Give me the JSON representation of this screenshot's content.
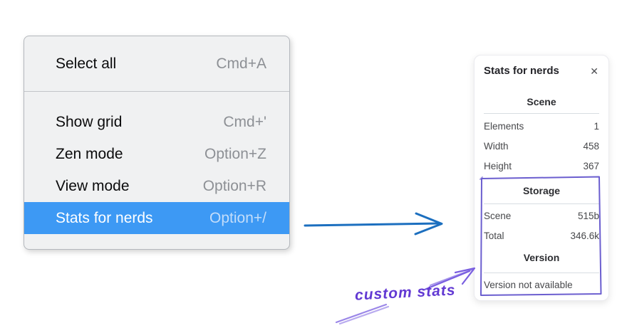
{
  "menu": {
    "sections": [
      {
        "items": [
          {
            "label": "Select all",
            "shortcut": "Cmd+A",
            "highlighted": false
          }
        ]
      },
      {
        "items": [
          {
            "label": "Show grid",
            "shortcut": "Cmd+'",
            "highlighted": false
          },
          {
            "label": "Zen mode",
            "shortcut": "Option+Z",
            "highlighted": false
          },
          {
            "label": "View mode",
            "shortcut": "Option+R",
            "highlighted": false
          },
          {
            "label": "Stats for nerds",
            "shortcut": "Option+/",
            "highlighted": true
          }
        ]
      }
    ],
    "highlight_color": "#3d99f4"
  },
  "stats_panel": {
    "title": "Stats for nerds",
    "close_icon": "✕",
    "sections": [
      {
        "heading": "Scene",
        "rows": [
          {
            "label": "Elements",
            "value": "1"
          },
          {
            "label": "Width",
            "value": "458"
          },
          {
            "label": "Height",
            "value": "367"
          }
        ]
      },
      {
        "heading": "Storage",
        "rows": [
          {
            "label": "Scene",
            "value": "515b"
          },
          {
            "label": "Total",
            "value": "346.6k"
          }
        ]
      },
      {
        "heading": "Version",
        "note": "Version not available"
      }
    ]
  },
  "annotations": {
    "custom_stats_label": "custom stats",
    "colors": {
      "flow_arrow_blue": "#1c6fbf",
      "annotation_purple": "#7a5fe0",
      "annotation_text_purple": "#6239d3",
      "highlight_box_purple": "#6b5ecf"
    }
  }
}
